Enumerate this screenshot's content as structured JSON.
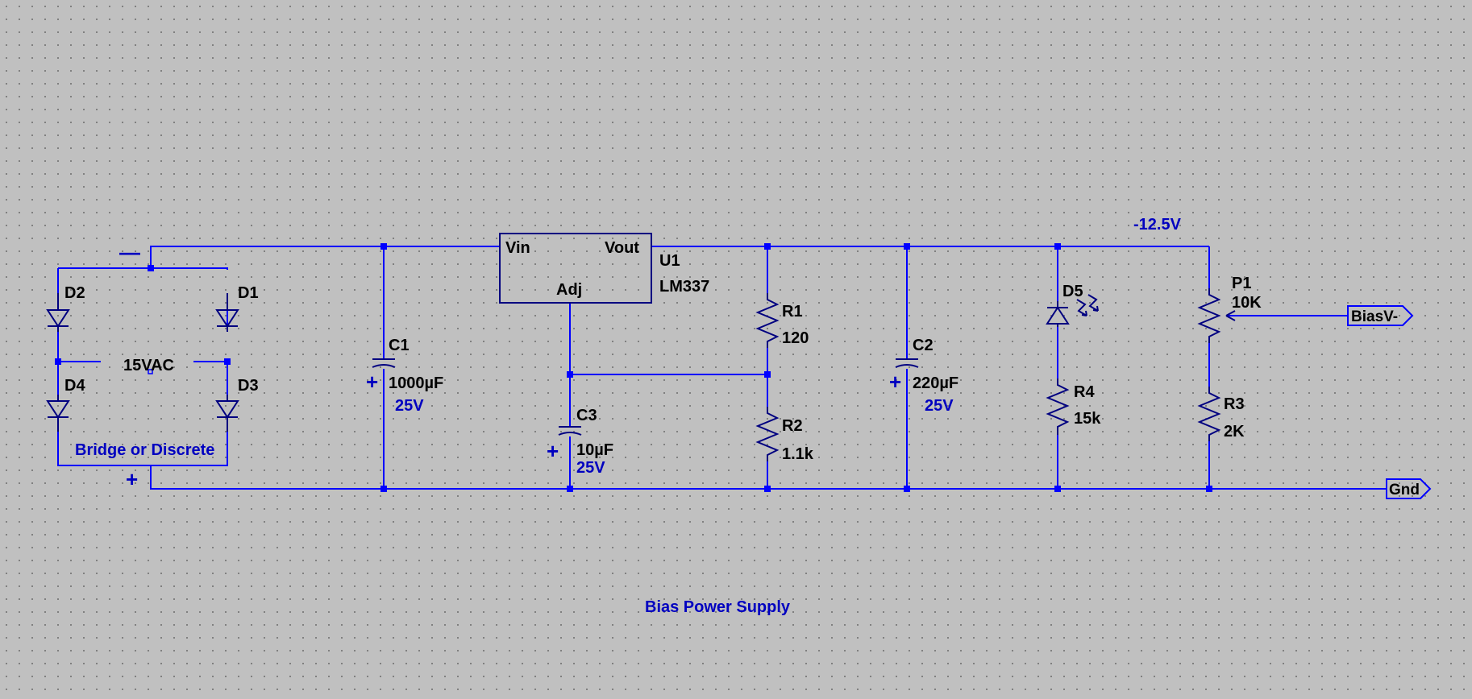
{
  "diagram": {
    "title": "Bias Power Supply",
    "rectifier": {
      "minus_sign": "—",
      "plus_sign": "+",
      "source_label": "15VAC",
      "note": "Bridge or Discrete",
      "diodes": [
        "D1",
        "D2",
        "D3",
        "D4"
      ]
    },
    "c1": {
      "name": "C1",
      "value": "1000µF",
      "voltage": "25V",
      "polarity": "+"
    },
    "regulator": {
      "name": "U1",
      "part": "LM337",
      "pin_vin": "Vin",
      "pin_vout": "Vout",
      "pin_adj": "Adj"
    },
    "c3": {
      "name": "C3",
      "value": "10µF",
      "voltage": "25V",
      "polarity": "+"
    },
    "r1": {
      "name": "R1",
      "value": "120"
    },
    "r2": {
      "name": "R2",
      "value": "1.1k"
    },
    "c2": {
      "name": "C2",
      "value": "220µF",
      "voltage": "25V",
      "polarity": "+"
    },
    "d5": {
      "name": "D5"
    },
    "r4": {
      "name": "R4",
      "value": "15k"
    },
    "p1": {
      "name": "P1",
      "value": "10K"
    },
    "r3": {
      "name": "R3",
      "value": "2K"
    },
    "rail_voltage": "-12.5V",
    "flags": {
      "bias_out": "BiasV-",
      "ground": "Gnd"
    },
    "colors": {
      "background": "#c0c0c0",
      "wire": "#0000ff",
      "component": "#000080",
      "label_blue": "#0000c0"
    }
  }
}
